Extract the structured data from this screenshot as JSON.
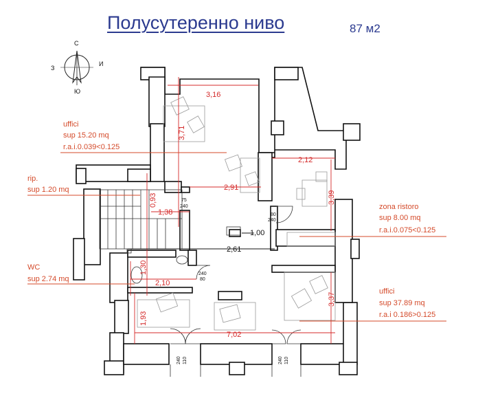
{
  "header": {
    "title": "Полусутеренно ниво",
    "area": "87 м2"
  },
  "compass": {
    "n": "С",
    "s": "Ю",
    "w": "З",
    "e": "И"
  },
  "rooms": [
    {
      "name": "uffici",
      "sup": "sup 15.20 mq",
      "rai": "r.a.i.0.039<0.125"
    },
    {
      "name": "rip.",
      "sup": "sup 1.20 mq"
    },
    {
      "name": "WC",
      "sup": "sup 2.74 mq"
    },
    {
      "name": "zona ristoro",
      "sup": "sup 8.00 mq",
      "rai": "r.a.i.0.075<0.125"
    },
    {
      "name": "uffici",
      "sup": "sup 37.89 mq",
      "rai": "r.a.i 0.186>0.125"
    }
  ],
  "dimensions": {
    "d316": "3,16",
    "d371": "3,71",
    "d291": "2,91",
    "d212": "2,12",
    "d339": "3,39",
    "d093": "0,93",
    "d138": "1,38",
    "d100": "1,00",
    "d261": "2,61",
    "d130": "1,30",
    "d210": "2,10",
    "d337": "3,37",
    "d193": "1,93",
    "d702": "7,02"
  },
  "openings": {
    "o1_w": "75",
    "o1_h": "240",
    "o2_w": "80",
    "o2_h": "240",
    "o3_w": "240",
    "o3_h": "80",
    "o4_a": "240",
    "o4_b": "110",
    "o5_a": "240",
    "o5_b": "110"
  }
}
